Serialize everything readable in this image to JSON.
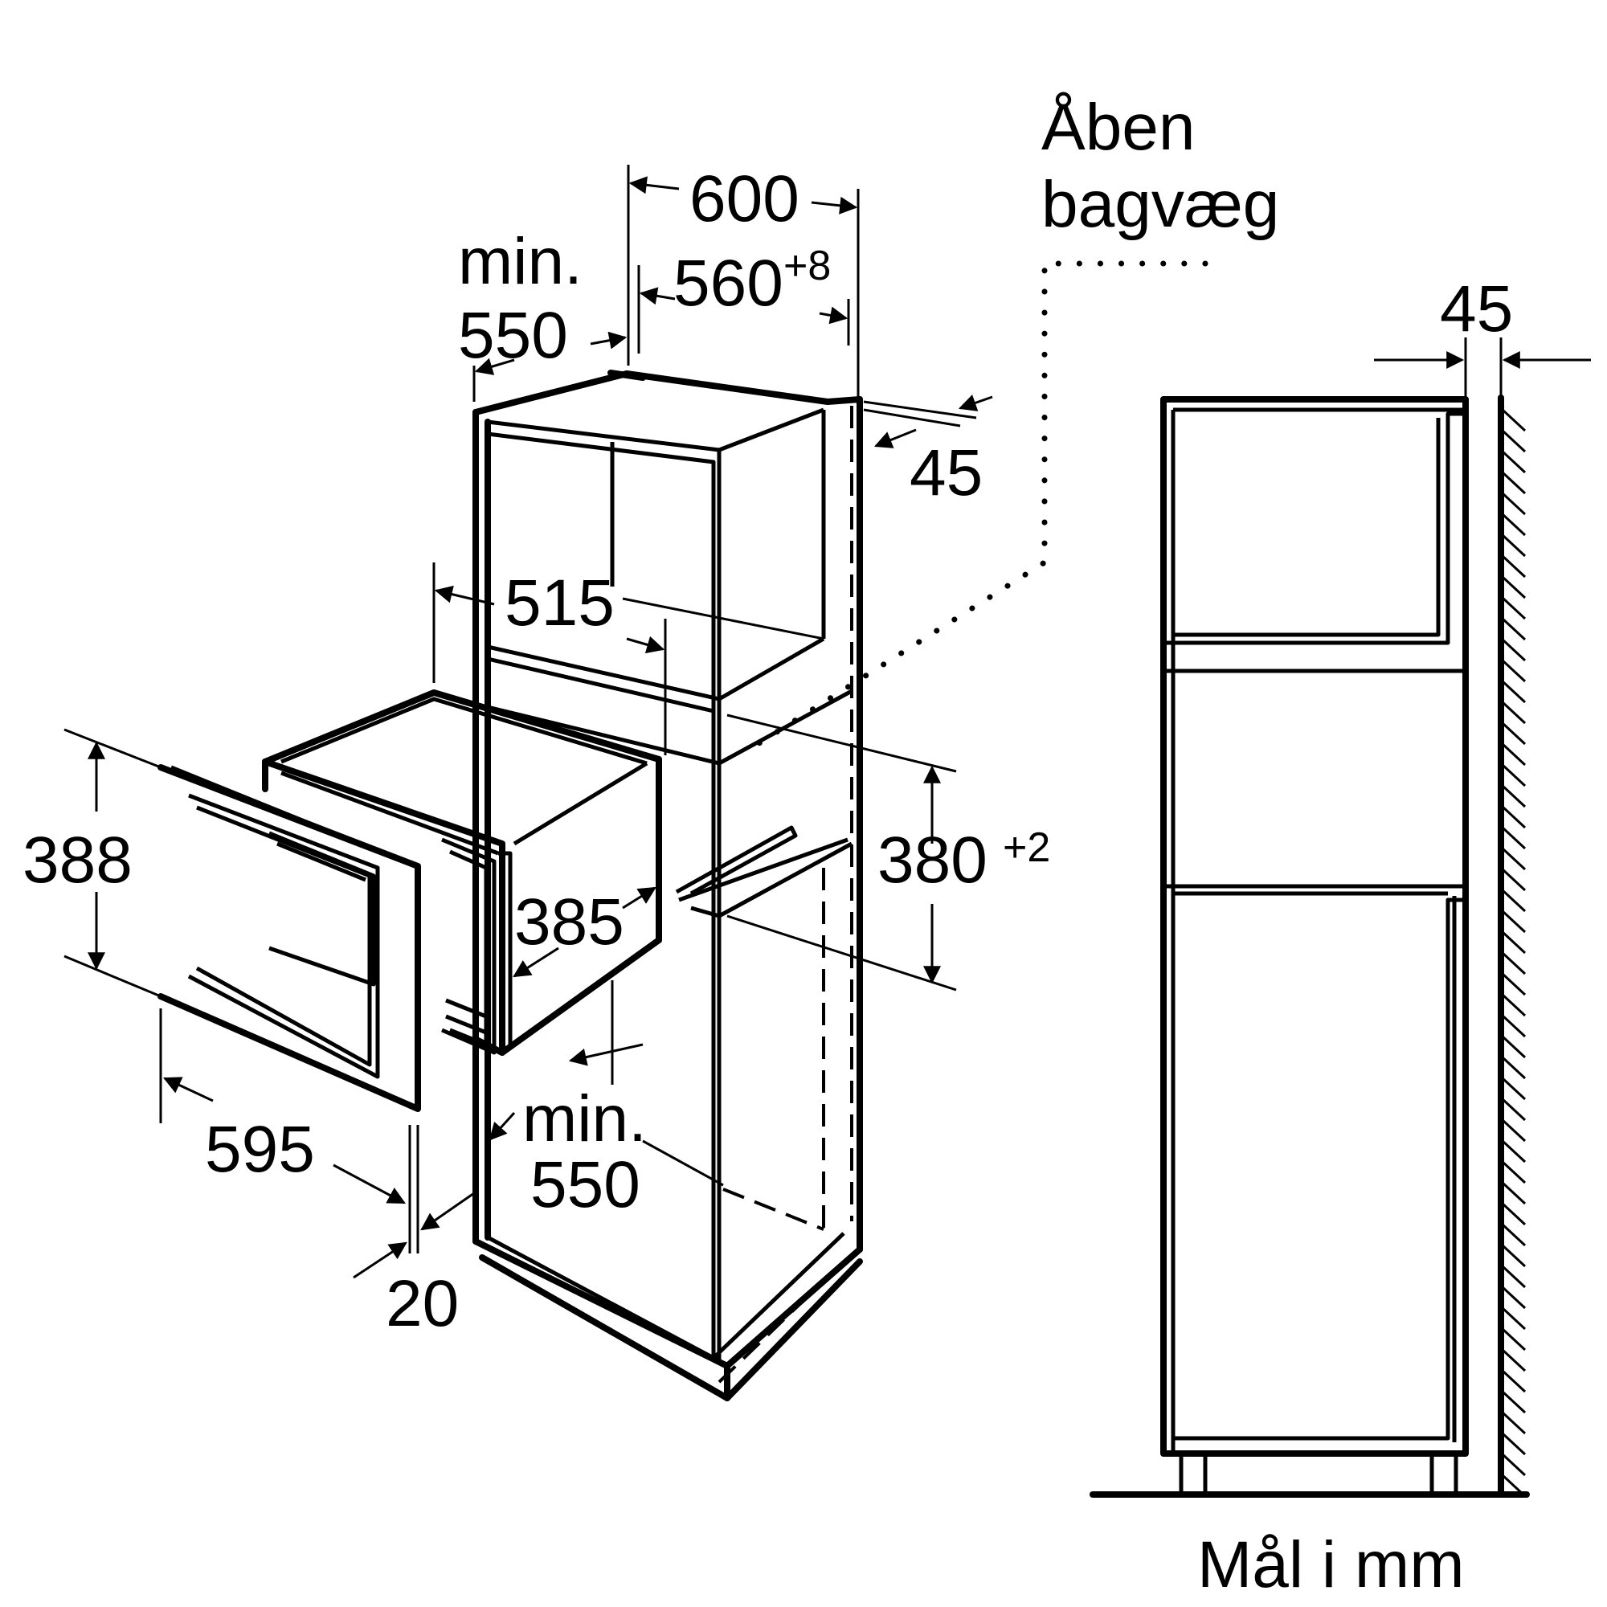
{
  "labels": {
    "open_back_wall_line1": "Åben",
    "open_back_wall_line2": "bagvæg",
    "cabinet_width": "600",
    "min_label_top": "min.",
    "min_depth_top": "550",
    "inner_width": "560",
    "inner_width_tolerance": "+8",
    "rear_gap": "45",
    "appliance_depth": "515",
    "appliance_height": "388",
    "niche_height": "380",
    "niche_height_tolerance": "+2",
    "inner_depth": "385",
    "appliance_width": "595",
    "min_label_bottom": "min.",
    "min_depth_bottom": "550",
    "front_offset": "20",
    "side_view_gap": "45",
    "units_note": "Mål i mm"
  }
}
